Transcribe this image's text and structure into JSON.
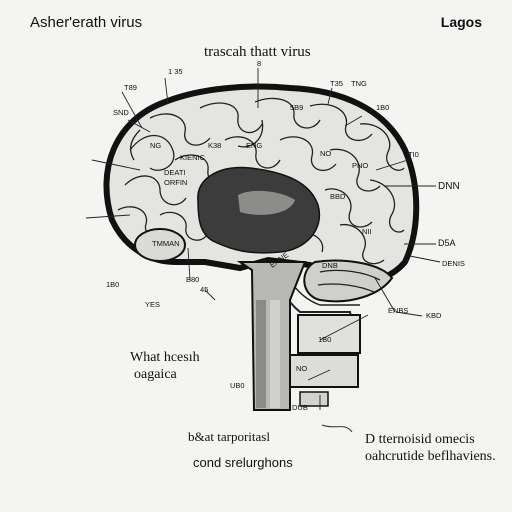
{
  "header": {
    "left": "Asher'erath virus",
    "right": "Lagos"
  },
  "title": "trascah thatt virus",
  "text_left": {
    "line1": "What hcesıh",
    "line2": "oagaica"
  },
  "caption_bottom": {
    "line1": "b&at tarporitasl",
    "line2": "cond srelurghons"
  },
  "caption_right": {
    "line1": "D tternoisid omecis",
    "line2": "oahcrutide beflhaviens."
  },
  "labels": {
    "a": "1 35",
    "b": "8",
    "c": "T89",
    "d": "T35",
    "e": "TNG",
    "f": "1B0",
    "g": "SND",
    "h": "5B9",
    "i": "NG",
    "j": "K38",
    "k": "ENG",
    "l": "NO",
    "m": "KIENIC",
    "n": "DEATI",
    "o": "ORFIN",
    "p": "BBD",
    "q": "TI0",
    "r": "PNO",
    "s": "DNN",
    "t": "NII",
    "u": "D5A",
    "v": "DENIS",
    "w": "1B0",
    "x": "YES",
    "y": "B80",
    "z": "45",
    "aa": "TMMAN",
    "ab": "ENNE",
    "ac": "DNB",
    "ad": "ENBS",
    "ae": "KBD",
    "af": "1B0",
    "ag": "DUB",
    "ah": "UB0",
    "ai": "NO"
  },
  "colors": {
    "background": "#f4f4f2",
    "ink": "#111111",
    "cortex": "#e2e2df",
    "deep": "#3a3a3a"
  }
}
